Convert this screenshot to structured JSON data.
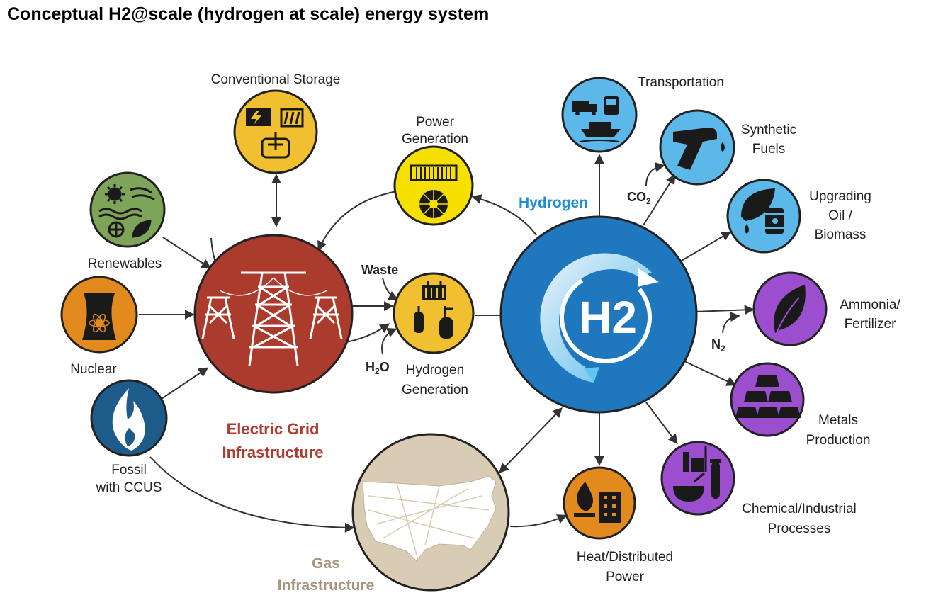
{
  "title": "Conceptual H2@scale (hydrogen at scale) energy system",
  "colors": {
    "grid": "#ab3b2d",
    "storage": "#f0c030",
    "power_gen": "#f7e000",
    "hydrogen": "#1f77be",
    "renewables": "#7ea45a",
    "nuclear": "#e38a1e",
    "fossil": "#1d5c8a",
    "gas": "#d9ccb4",
    "transport": "#5bb8e8",
    "purple": "#9b4fcf",
    "heat": "#e38a1e"
  },
  "nodes": {
    "conventional_storage": {
      "label": "Conventional Storage",
      "icon": "battery-storage-icon"
    },
    "power_generation": {
      "line1": "Power",
      "line2": "Generation",
      "icon": "fuel-cell-turbine-icon"
    },
    "renewables": {
      "label": "Renewables",
      "icon": "solar-wind-water-icon"
    },
    "nuclear": {
      "label": "Nuclear",
      "icon": "cooling-tower-icon"
    },
    "fossil": {
      "line1": "Fossil",
      "line2": "with CCUS",
      "icon": "flame-icon"
    },
    "electric_grid": {
      "line1": "Electric Grid",
      "line2": "Infrastructure",
      "icon": "power-tower-icon"
    },
    "hydrogen_generation": {
      "line1": "Hydrogen",
      "line2": "Generation",
      "icon": "electrolyzer-icon"
    },
    "hydrogen": {
      "label": "Hydrogen",
      "symbol": "H2"
    },
    "gas_infrastructure": {
      "line1": "Gas",
      "line2": "Infrastructure",
      "icon": "us-map-icon"
    },
    "heat_power": {
      "line1": "Heat/Distributed",
      "line2": "Power",
      "icon": "flame-building-icon"
    },
    "transportation": {
      "label": "Transportation",
      "icon": "truck-train-ship-icon"
    },
    "synthetic_fuels": {
      "line1": "Synthetic",
      "line2": "Fuels",
      "icon": "fuel-nozzle-icon"
    },
    "upgrading": {
      "line1": "Upgrading",
      "line2": "Oil /",
      "line3": "Biomass",
      "icon": "leaf-barrel-icon"
    },
    "ammonia": {
      "line1": "Ammonia/",
      "line2": "Fertilizer",
      "icon": "leaf-icon"
    },
    "metals": {
      "line1": "Metals",
      "line2": "Production",
      "icon": "ingots-icon"
    },
    "chemical": {
      "line1": "Chemical/Industrial",
      "line2": "Processes",
      "icon": "lab-plant-icon"
    }
  },
  "inputs": {
    "waste": "Waste",
    "h2o_main": "H",
    "h2o_sub": "2",
    "h2o_end": "O",
    "co2_main": "CO",
    "co2_sub": "2",
    "n2_main": "N",
    "n2_sub": "2"
  }
}
